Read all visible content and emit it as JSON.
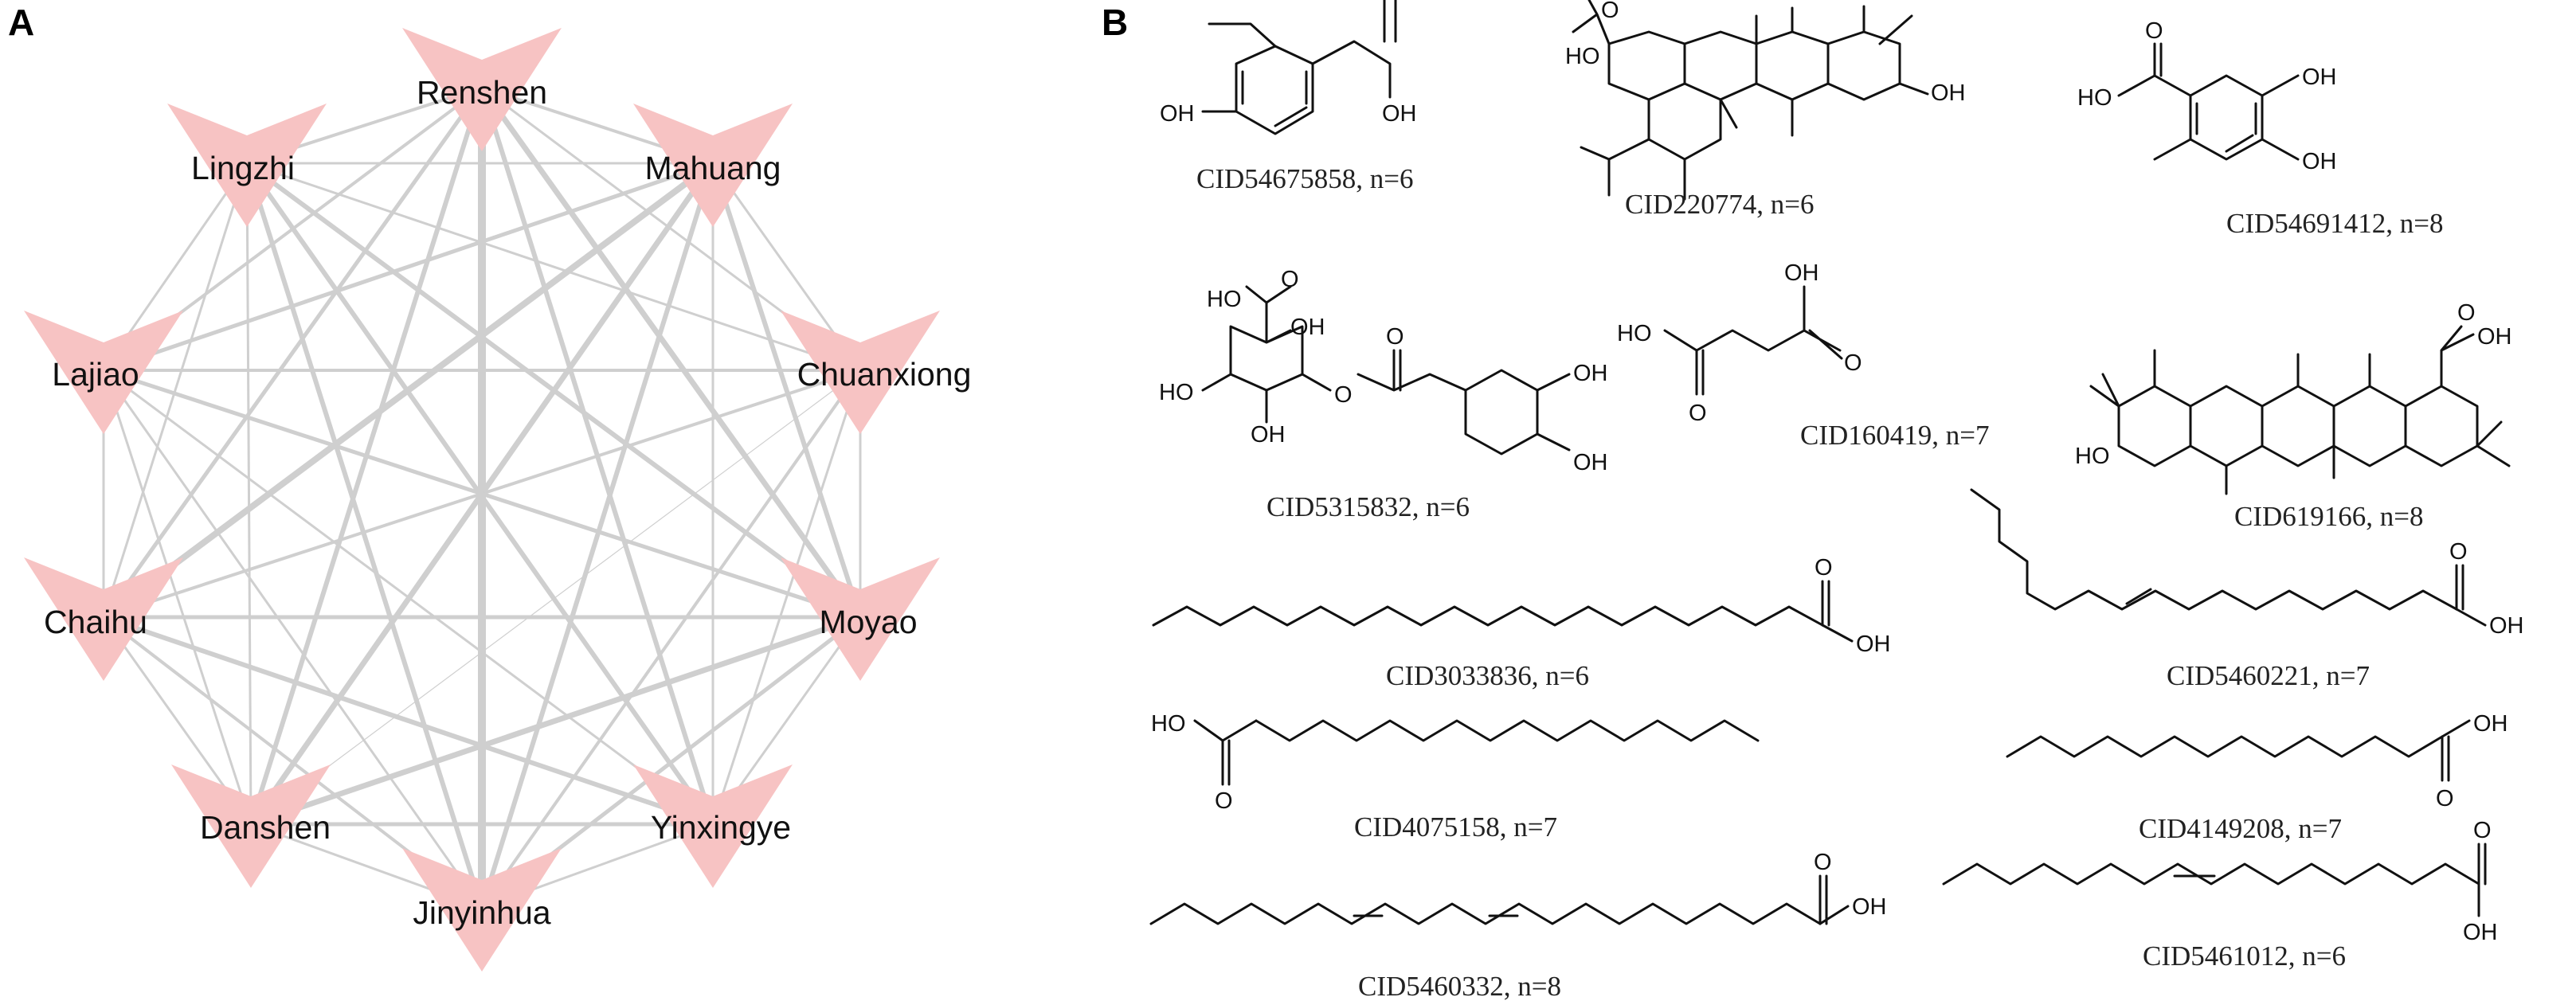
{
  "panels": {
    "a": "A",
    "b": "B"
  },
  "network": {
    "node_color": "#f7c3c3",
    "edge_color": "#cfcfcf",
    "nodes": [
      "Renshen",
      "Mahuang",
      "Chuanxiong",
      "Moyao",
      "Yinxingye",
      "Jinyinhua",
      "Danshen",
      "Chaihu",
      "Lajiao",
      "Lingzhi"
    ]
  },
  "compounds": [
    {
      "id": "cid54675858",
      "label": "CID54675858, n=6",
      "atoms": [
        "OH",
        "OH"
      ]
    },
    {
      "id": "cid220774",
      "label": "CID220774, n=6",
      "atoms": [
        "HO",
        "O",
        "OH"
      ]
    },
    {
      "id": "cid54691412",
      "label": "CID54691412, n=8",
      "atoms": [
        "O",
        "HO",
        "OH",
        "OH"
      ]
    },
    {
      "id": "cid5315832",
      "label": "CID5315832, n=6",
      "atoms": [
        "HO",
        "O",
        "OH",
        "HO",
        "OH",
        "O",
        "O",
        "OH",
        "OH"
      ]
    },
    {
      "id": "cid160419",
      "label": "CID160419, n=7",
      "atoms": [
        "OH",
        "HO",
        "O",
        "O"
      ]
    },
    {
      "id": "cid619166",
      "label": "CID619166, n=8",
      "atoms": [
        "O",
        "OH",
        "HO"
      ]
    },
    {
      "id": "cid3033836",
      "label": "CID3033836, n=6",
      "atoms": [
        "O",
        "OH"
      ]
    },
    {
      "id": "cid5460221",
      "label": "CID5460221, n=7",
      "atoms": [
        "O",
        "OH"
      ]
    },
    {
      "id": "cid4075158",
      "label": "CID4075158, n=7",
      "atoms": [
        "HO",
        "O"
      ]
    },
    {
      "id": "cid4149208",
      "label": "CID4149208, n=7",
      "atoms": [
        "OH",
        "O"
      ]
    },
    {
      "id": "cid5460332",
      "label": "CID5460332, n=8",
      "atoms": [
        "O",
        "OH"
      ]
    },
    {
      "id": "cid5461012",
      "label": "CID5461012, n=6",
      "atoms": [
        "O",
        "OH"
      ]
    }
  ]
}
